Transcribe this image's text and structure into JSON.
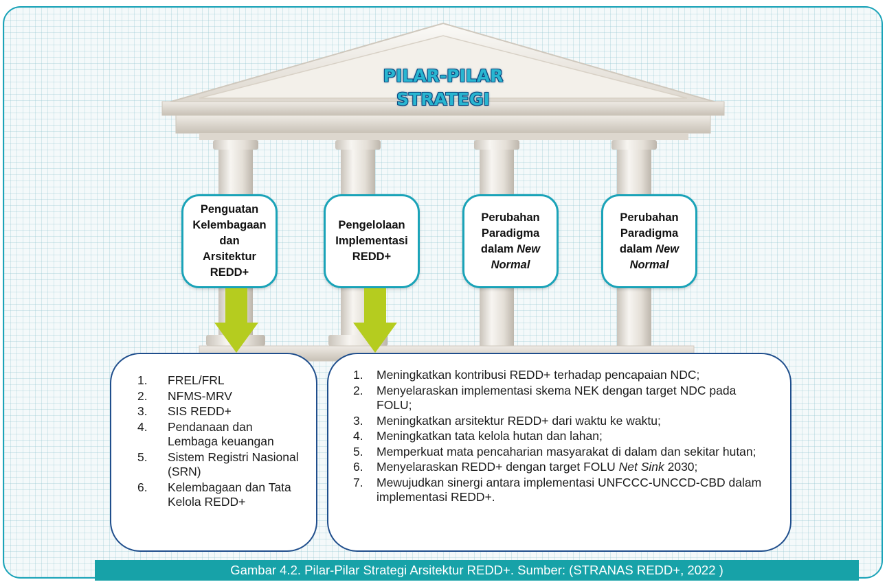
{
  "title": {
    "line1": "PILAR-PILAR",
    "line2": "STRATEGI"
  },
  "pillars": [
    {
      "lines": [
        "Penguatan",
        "Kelembagaan",
        "dan",
        "Arsitektur",
        "REDD+"
      ]
    },
    {
      "lines": [
        "Pengelolaan",
        "Implementasi",
        "REDD+"
      ]
    },
    {
      "line1": "Perubahan",
      "line2": "Paradigma",
      "line3_plain": "dalam ",
      "line3_italic": "New",
      "line4_italic": "Normal"
    },
    {
      "line1": "Perubahan",
      "line2": "Paradigma",
      "line3_plain": "dalam ",
      "line3_italic": "New",
      "line4_italic": "Normal"
    }
  ],
  "left_list": [
    {
      "num": "1.",
      "text": "FREL/FRL"
    },
    {
      "num": "2.",
      "text": "NFMS-MRV"
    },
    {
      "num": "3.",
      "text": "SIS REDD+"
    },
    {
      "num": "4.",
      "text": "Pendanaan dan Lembaga keuangan"
    },
    {
      "num": "5.",
      "text": "Sistem Registri Nasional (SRN)"
    },
    {
      "num": "6.",
      "text": "Kelembagaan dan Tata Kelola REDD+"
    }
  ],
  "right_list": [
    {
      "num": "1.",
      "text": "Meningkatkan kontribusi REDD+ terhadap pencapaian NDC;"
    },
    {
      "num": "2.",
      "text": "Menyelaraskan implementasi skema NEK dengan target NDC pada FOLU;"
    },
    {
      "num": "3.",
      "text": "Meningkatkan arsitektur REDD+ dari waktu ke waktu;"
    },
    {
      "num": "4.",
      "text": "Meningkatkan tata kelola hutan dan lahan;"
    },
    {
      "num": "5.",
      "text": "Memperkuat mata pencaharian masyarakat di dalam dan sekitar hutan;"
    },
    {
      "num": "6.",
      "text_before": "Menyelaraskan REDD+ dengan target FOLU ",
      "text_italic": "Net Sink",
      "text_after": " 2030;"
    },
    {
      "num": "7.",
      "text": "Mewujudkan sinergi antara implementasi UNFCCC-UNCCD-CBD dalam implementasi REDD+."
    }
  ],
  "caption": "Gambar 4.2. Pilar-Pilar Strategi Arsitektur REDD+. Sumber: (STRANAS REDD+, 2022 )",
  "colors": {
    "teal": "#1aa3b8",
    "navy": "#1f4e8c",
    "arrow": "#b5cc1f",
    "caption_bg": "#17a2a8"
  }
}
